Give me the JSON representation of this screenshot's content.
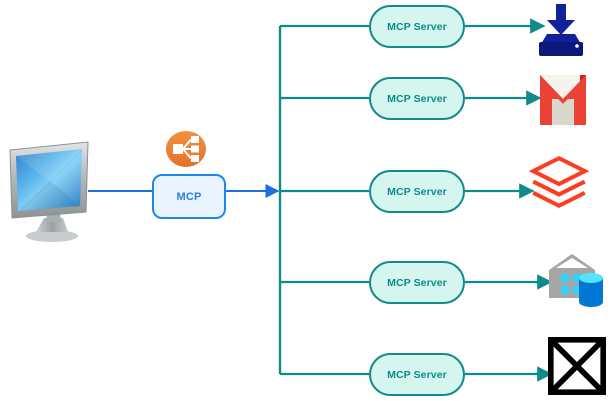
{
  "diagram": {
    "title": "MCP client to MCP servers fan-out architecture",
    "background": "#ffffff",
    "client": {
      "name": "computer-monitor",
      "icon": "desktop-monitor-icon",
      "screen_color": "#3f9de0",
      "bezel_color": "#b9bdc0"
    },
    "hub": {
      "label": "MCP",
      "fill": "#eaf4fe",
      "border": "#1e87e8",
      "text_color": "#2a7fe0",
      "badge_icon": "fan-out-share-icon",
      "badge_color": "#e8833a",
      "badge_glyph_color": "#ffffff"
    },
    "bus": {
      "color": "#138a8a",
      "link_color_client": "#1e87e8"
    },
    "servers": [
      {
        "label": "MCP Server",
        "fill": "#d4f6ef",
        "border": "#138a8a",
        "text_color": "#0f8a8a",
        "endpoint": {
          "name": "download-to-drive-icon",
          "title": "Download / Drive",
          "colors": [
            "#0b1a7a",
            "#12219a"
          ]
        }
      },
      {
        "label": "MCP Server",
        "fill": "#d4f6ef",
        "border": "#138a8a",
        "text_color": "#0f8a8a",
        "endpoint": {
          "name": "gmail-icon",
          "title": "Gmail",
          "colors": [
            "#ea4335",
            "#c5221f",
            "#d9d6cb"
          ]
        }
      },
      {
        "label": "MCP Server",
        "fill": "#d4f6ef",
        "border": "#138a8a",
        "text_color": "#0f8a8a",
        "endpoint": {
          "name": "databricks-icon",
          "title": "Databricks",
          "colors": [
            "#fc3d21",
            "#ff3621"
          ]
        }
      },
      {
        "label": "MCP Server",
        "fill": "#d4f6ef",
        "border": "#138a8a",
        "text_color": "#0f8a8a",
        "endpoint": {
          "name": "data-warehouse-icon",
          "title": "Data Warehouse",
          "colors": [
            "#a6a6a6",
            "#32d2ff",
            "#0078d4",
            "#50e6ff"
          ]
        }
      },
      {
        "label": "MCP Server",
        "fill": "#d4f6ef",
        "border": "#138a8a",
        "text_color": "#0f8a8a",
        "endpoint": {
          "name": "broken-image-placeholder-icon",
          "title": "Missing image placeholder",
          "colors": [
            "#000000"
          ]
        }
      }
    ]
  }
}
